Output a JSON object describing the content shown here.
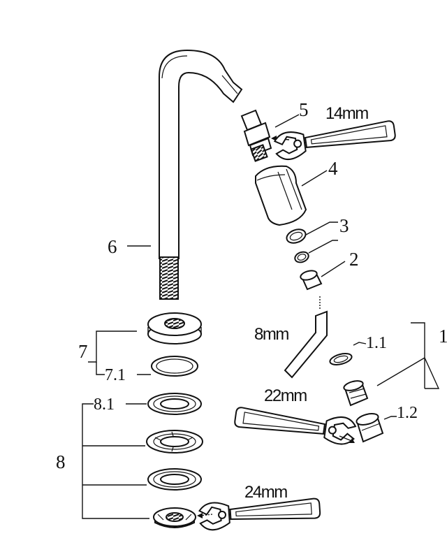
{
  "labels": {
    "part_1": "1",
    "part_1_1": "1.1",
    "part_1_2": "1.2",
    "part_2": "2",
    "part_3": "3",
    "part_4": "4",
    "part_5": "5",
    "part_6": "6",
    "part_7": "7",
    "part_7_1": "7.1",
    "part_8": "8",
    "part_8_1": "8.1"
  },
  "tools": {
    "wrench_14": "14mm",
    "hex_key_8": "8mm",
    "wrench_22": "22mm",
    "wrench_24": "24mm"
  }
}
